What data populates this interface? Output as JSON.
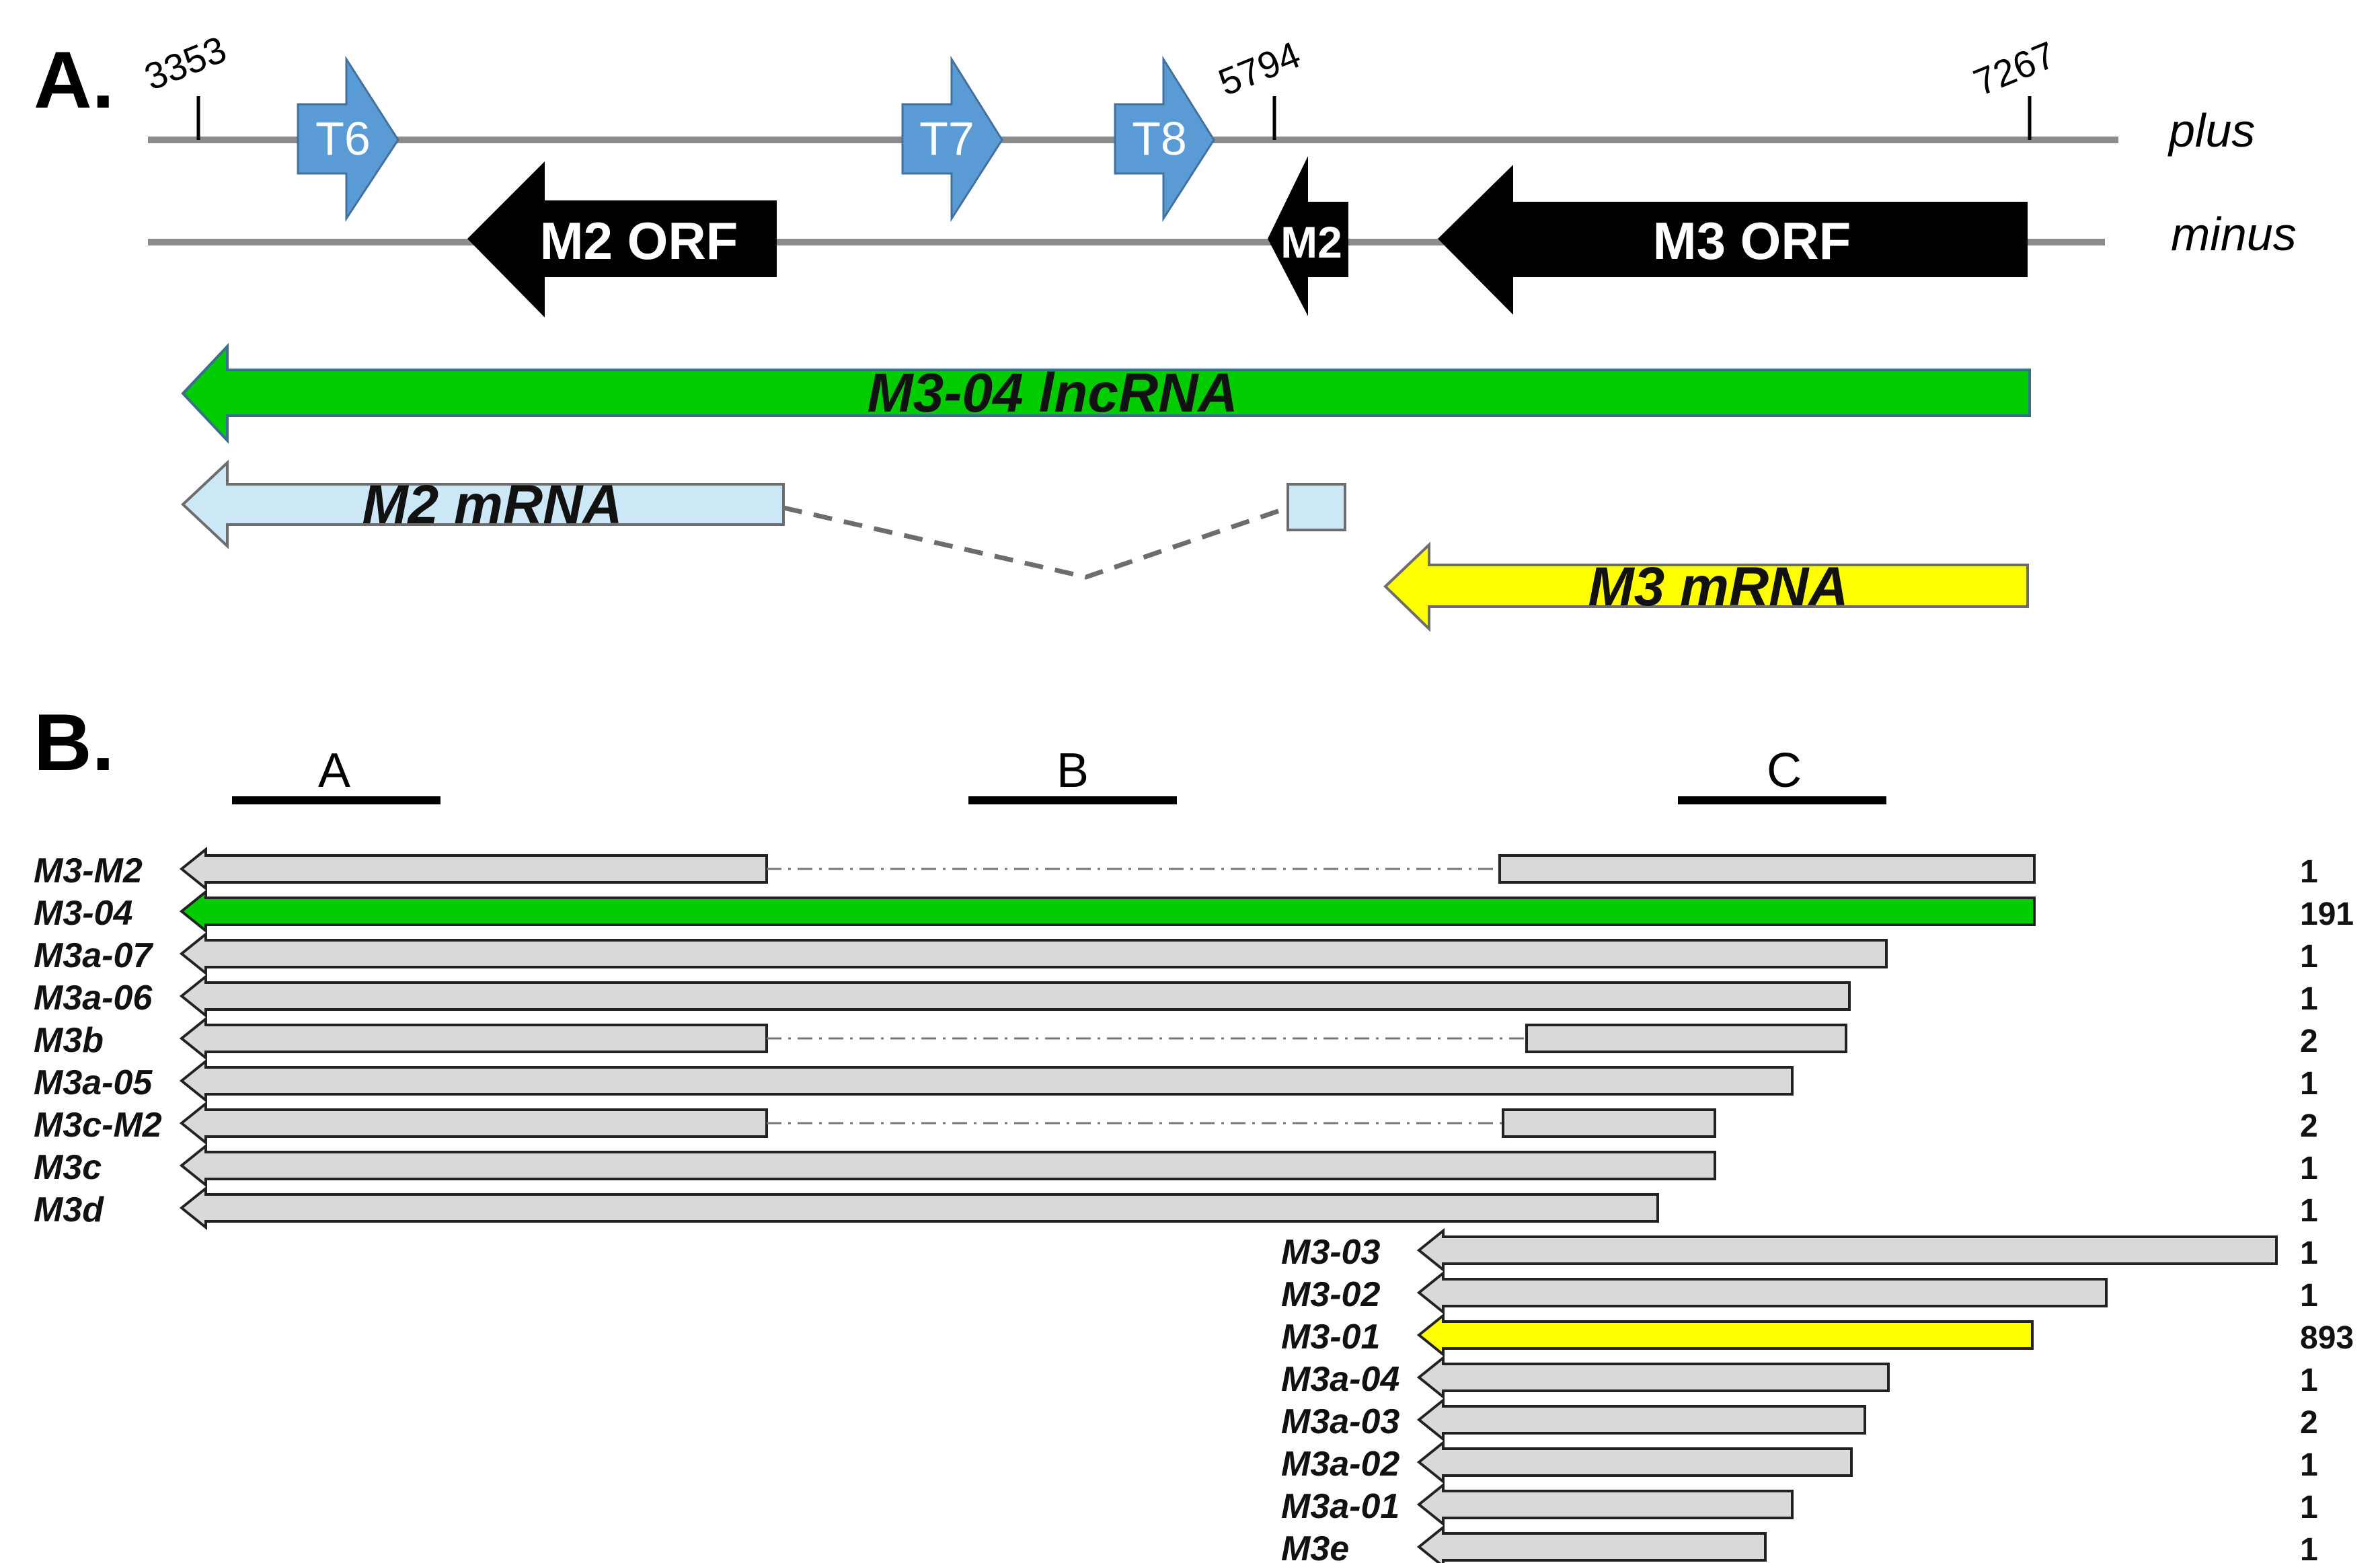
{
  "panel_a": {
    "label": "A.",
    "coords": [
      "3353",
      "5794",
      "7267"
    ],
    "strand_plus": "plus",
    "strand_minus": "minus",
    "t_arrows": [
      "T6",
      "T7",
      "T8"
    ],
    "orfs": [
      "M2 ORF",
      "M2",
      "M3 ORF"
    ],
    "lncrna": "M3-04 lncRNA",
    "m2_mrna": "M2 mRNA",
    "m3_mrna": "M3 mRNA"
  },
  "panel_b": {
    "label": "B.",
    "regions": [
      "A",
      "B",
      "C"
    ],
    "transcripts": [
      {
        "name": "M3-M2",
        "count": "1"
      },
      {
        "name": "M3-04",
        "count": "191"
      },
      {
        "name": "M3a-07",
        "count": "1"
      },
      {
        "name": "M3a-06",
        "count": "1"
      },
      {
        "name": "M3b",
        "count": "2"
      },
      {
        "name": "M3a-05",
        "count": "1"
      },
      {
        "name": "M3c-M2",
        "count": "2"
      },
      {
        "name": "M3c",
        "count": "1"
      },
      {
        "name": "M3d",
        "count": "1"
      },
      {
        "name": "M3-03",
        "count": "1"
      },
      {
        "name": "M3-02",
        "count": "1"
      },
      {
        "name": "M3-01",
        "count": "893"
      },
      {
        "name": "M3a-04",
        "count": "1"
      },
      {
        "name": "M3a-03",
        "count": "2"
      },
      {
        "name": "M3a-02",
        "count": "1"
      },
      {
        "name": "M3a-01",
        "count": "1"
      },
      {
        "name": "M3e",
        "count": "1"
      }
    ]
  },
  "colors": {
    "lncrna_green": "#00cc00",
    "m2_mrna_light_blue": "#cce8f7",
    "m3_mrna_yellow": "#ffff00",
    "t_arrow_blue": "#5b9bd5",
    "transcript_gray": "#d9d9d9",
    "orf_black": "#000000",
    "strand_gray": "#8c8c8c"
  }
}
